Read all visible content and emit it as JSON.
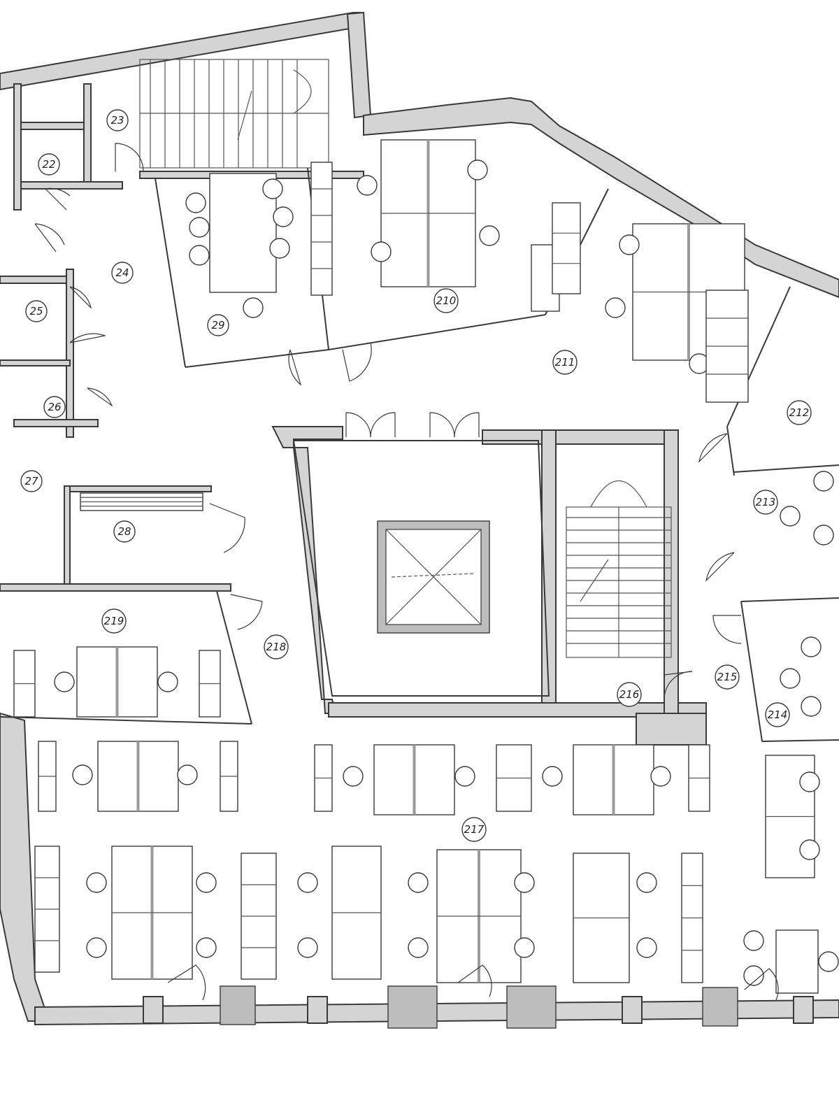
{
  "rooms": [
    {
      "id": "r22",
      "label": "22"
    },
    {
      "id": "r23",
      "label": "23"
    },
    {
      "id": "r24",
      "label": "24"
    },
    {
      "id": "r25",
      "label": "25"
    },
    {
      "id": "r26",
      "label": "26"
    },
    {
      "id": "r27",
      "label": "27"
    },
    {
      "id": "r28",
      "label": "28"
    },
    {
      "id": "r29",
      "label": "29"
    },
    {
      "id": "r210",
      "label": "210"
    },
    {
      "id": "r211",
      "label": "211"
    },
    {
      "id": "r212",
      "label": "212"
    },
    {
      "id": "r213",
      "label": "213"
    },
    {
      "id": "r214",
      "label": "214"
    },
    {
      "id": "r215",
      "label": "215"
    },
    {
      "id": "r216",
      "label": "216"
    },
    {
      "id": "r217",
      "label": "217"
    },
    {
      "id": "r218",
      "label": "218"
    },
    {
      "id": "r219",
      "label": "219"
    }
  ]
}
